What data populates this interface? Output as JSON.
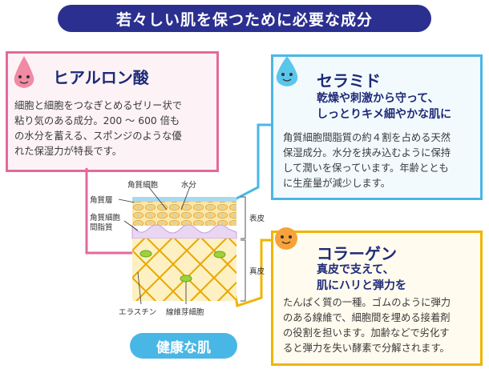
{
  "title": "若々しい肌を保つために必要な成分",
  "hyaluronic": {
    "title": "ヒアルロン酸",
    "body": [
      "細胞と細胞をつなぎとめるゼリー状で",
      "粘り気のある成分。200 ～ 600 倍も",
      "の水分を蓄える、スポンジのような優",
      "れた保湿力が特長です。"
    ]
  },
  "ceramide": {
    "title": "セラミド",
    "subtitle": [
      "乾燥や刺激から守って、",
      "しっとりキメ細やかな肌に"
    ],
    "body": [
      "角質細胞間脂質の約４割を占める天然",
      "保湿成分。水分を挟み込むように保持",
      "して潤いを保っています。年齢ととも",
      "に生産量が減少します。"
    ]
  },
  "collagen": {
    "title": "コラーゲン",
    "subtitle": [
      "真皮で支えて、",
      "肌にハリと弾力を"
    ],
    "body": [
      "たんぱく質の一種。ゴムのように弾力",
      "のある線維で、細胞間を埋める接着剤",
      "の役割を担います。加齢などで劣化す",
      "ると弾力を失い酵素で分解されます。"
    ]
  },
  "diagram": {
    "label_keratinocyte": "角質細胞",
    "label_water": "水分",
    "label_stratum": "角質層",
    "label_lipid": [
      "角質細胞",
      "間脂質"
    ],
    "label_epidermis": "表皮",
    "label_dermis": "真皮",
    "label_elastin": "エラスチン",
    "label_fibroblast": "線維芽細胞",
    "health_label": "健康な肌"
  },
  "colors": {
    "navy": "#2b2f8f",
    "pink": "#e36a9a",
    "blue": "#49b7e6",
    "yellow": "#f0b400"
  },
  "icons": [
    "pink-drop-character-icon",
    "blue-drop-character-icon",
    "orange-character-icon"
  ]
}
